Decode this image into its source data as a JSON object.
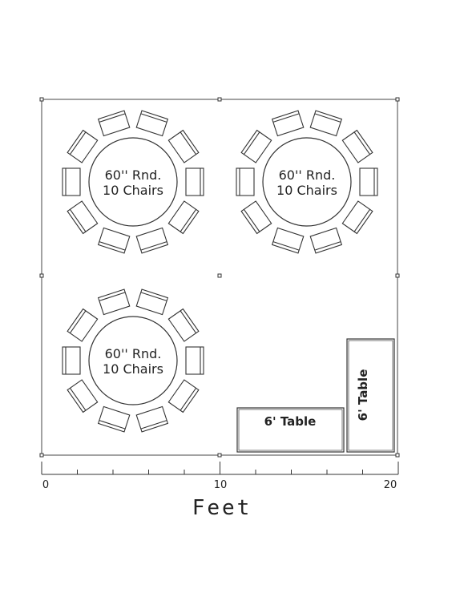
{
  "round_tables": [
    {
      "line1": "60'' Rnd.",
      "line2": "10 Chairs",
      "chairs": 10
    },
    {
      "line1": "60'' Rnd.",
      "line2": "10 Chairs",
      "chairs": 10
    },
    {
      "line1": "60'' Rnd.",
      "line2": "10 Chairs",
      "chairs": 10
    }
  ],
  "rect_tables": [
    {
      "label": "6' Table",
      "orientation": "horizontal"
    },
    {
      "label": "6' Table",
      "orientation": "vertical"
    }
  ],
  "scale": {
    "labels": [
      "0",
      "10",
      "20"
    ],
    "unit": "Feet",
    "min_feet": 0,
    "max_feet": 20,
    "minor_ticks": 20
  }
}
